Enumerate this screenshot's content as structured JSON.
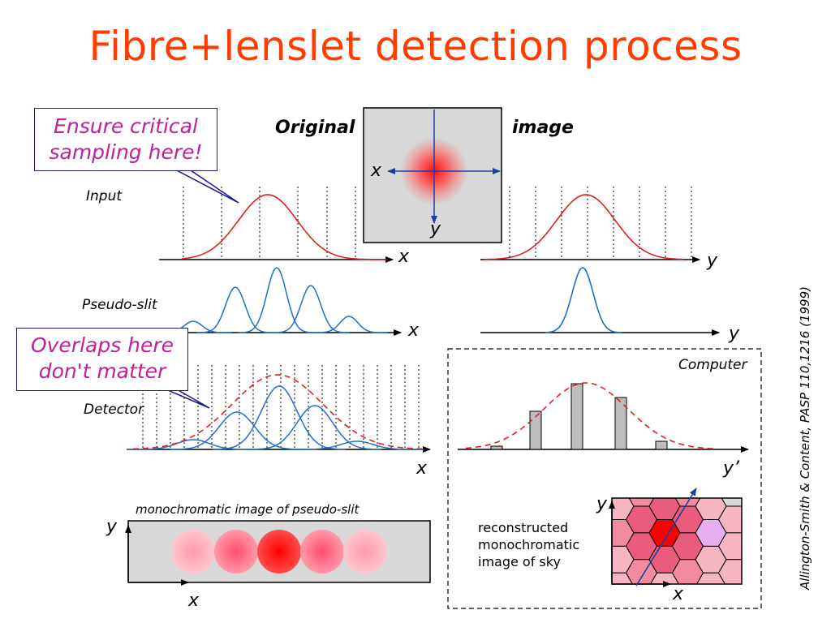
{
  "title": "Fibre+lenslet detection process",
  "callouts": {
    "critical": [
      "Ensure critical",
      "sampling here!"
    ],
    "overlaps": [
      "Overlaps here",
      "don't matter"
    ]
  },
  "labels": {
    "original": "Original",
    "image": "image",
    "input": "Input",
    "pseudo_slit": "Pseudo-slit",
    "detector": "Detector",
    "computer": "Computer",
    "mono_pseudo": "monochromatic image of pseudo-slit",
    "reconstructed": [
      "reconstructed",
      "monochromatic",
      "image of sky"
    ]
  },
  "axis_labels": {
    "x": "x",
    "y": "y",
    "y_prime": "y’"
  },
  "reference": "Allington-Smith & Content, PASP 110,1216 (1999)",
  "colors": {
    "title": "#ff3b00",
    "callout_text": "#c0209a",
    "callout_border": "#1a1a8c",
    "red_curve": "#e02020",
    "blue_curve": "#1f6fd0",
    "arrow_blue": "#1a3fa0",
    "panel_gray": "#d8d8d8"
  }
}
